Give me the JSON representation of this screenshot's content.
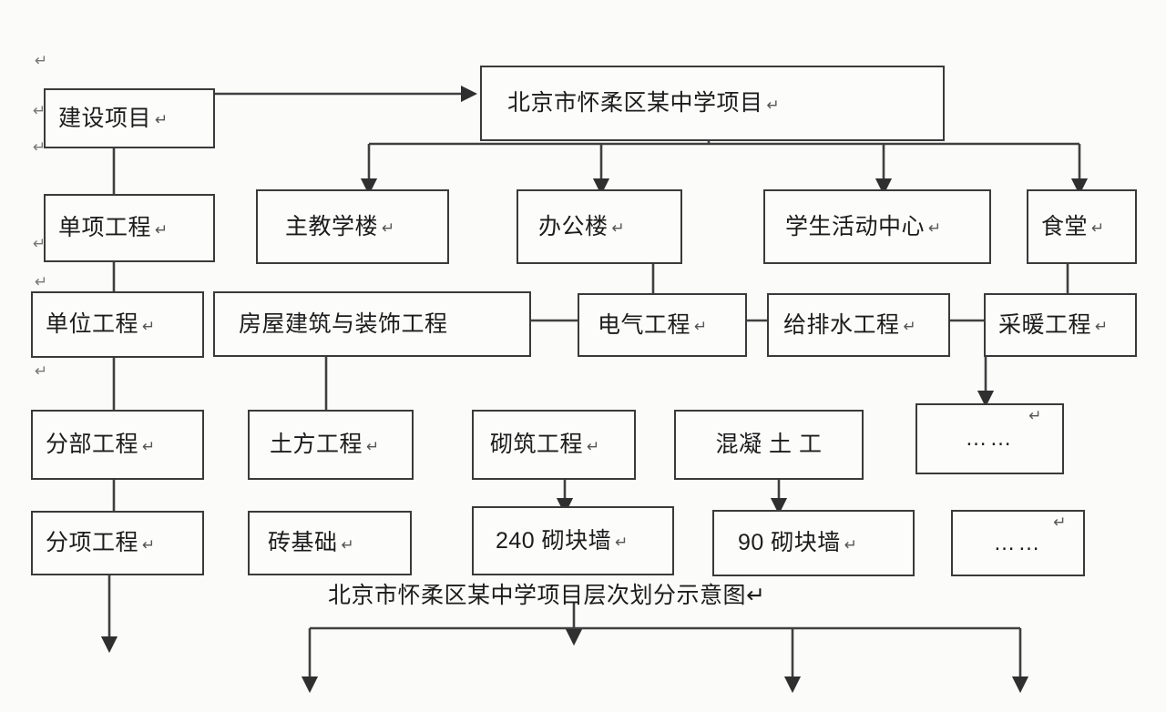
{
  "diagram": {
    "caption": "北京市怀柔区某中学项目层次划分示意图",
    "caption_mark": "↵",
    "return_mark": "↵",
    "ellipsis": "……",
    "colors": {
      "background": "#fbfbfa",
      "box_border": "#3a3a3a",
      "box_fill": "#fcfcfb",
      "line": "#404040",
      "text": "#1c1c1c"
    },
    "levels": [
      {
        "id": "level-1",
        "label": "建设项目"
      },
      {
        "id": "level-2",
        "label": "单项工程"
      },
      {
        "id": "level-3",
        "label": "单位工程"
      },
      {
        "id": "level-4",
        "label": "分部工程"
      },
      {
        "id": "level-5",
        "label": "分项工程"
      }
    ],
    "nodes": {
      "project": "北京市怀柔区某中学项目",
      "main_teaching": "主教学楼",
      "office": "办公楼",
      "student_center": "学生活动中心",
      "canteen": "食堂",
      "building_decoration": "房屋建筑与装饰工程",
      "electrical": "电气工程",
      "plumbing": "给排水工程",
      "heating": "采暖工程",
      "earthwork": "土方工程",
      "masonry": "砌筑工程",
      "concrete": "混凝 土 工",
      "more_1": "……",
      "brick_foundation": "砖基础",
      "block_wall_240": "240 砌块墙",
      "block_wall_90": "90 砌块墙",
      "more_2": "……"
    }
  }
}
